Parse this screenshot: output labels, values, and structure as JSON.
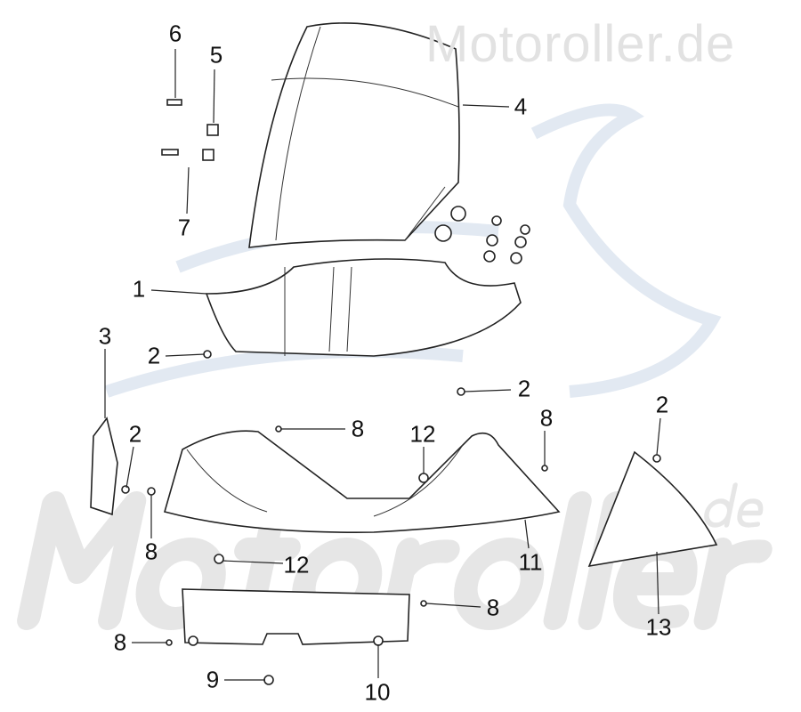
{
  "watermark": {
    "top": "Motoroller.de",
    "big": "Motoroller",
    "suffix": "de"
  },
  "colors": {
    "watermark": "#e2e2e2",
    "logo": "#d8e2ee",
    "line": "#222222"
  },
  "callouts": [
    "6",
    "5",
    "4",
    "7",
    "1",
    "3",
    "2",
    "2",
    "2",
    "8",
    "12",
    "8",
    "2",
    "8",
    "12",
    "11",
    "13",
    "8",
    "8",
    "9",
    "10"
  ]
}
